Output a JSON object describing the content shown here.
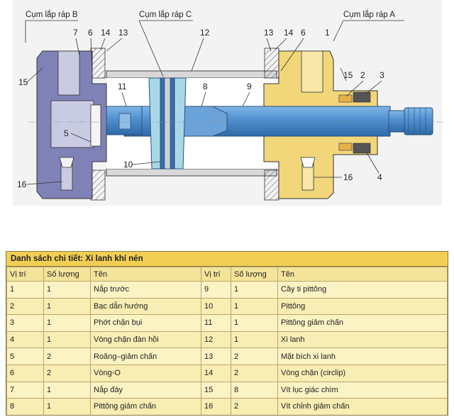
{
  "assemblies": {
    "b": "Cụm lắp ráp B",
    "c": "Cụm lắp ráp C",
    "a": "Cụm lắp ráp A"
  },
  "callouts": [
    "7",
    "6",
    "14",
    "13",
    "12",
    "13",
    "14",
    "6",
    "1",
    "15",
    "11",
    "8",
    "9",
    "15",
    "2",
    "3",
    "5",
    "10",
    "16",
    "16",
    "4"
  ],
  "colors": {
    "end_cap_b": "#7f82b6",
    "end_cap_a": "#f2d67a",
    "piston_rod": "#4f8fce",
    "cylinder_tube": "#e6e6e6",
    "header_yellow": "#f2cf54"
  },
  "table": {
    "title": "Danh sách chi tiết: Xi lanh khí nén",
    "headers": [
      "Vị trí",
      "Số lượng",
      "Tên",
      "Vị trí",
      "Số lượng",
      "Tên"
    ],
    "rows": [
      [
        "1",
        "1",
        "Nắp trước",
        "9",
        "1",
        "Cây ti pittông"
      ],
      [
        "2",
        "1",
        "Bạc dẫn hướng",
        "10",
        "1",
        "Pittông"
      ],
      [
        "3",
        "1",
        "Phớt chặn bụi",
        "11",
        "1",
        "Pittông giảm chấn"
      ],
      [
        "4",
        "1",
        "Vòng chặn đàn hồi",
        "12",
        "1",
        "Xi lanh"
      ],
      [
        "5",
        "2",
        "Roăng–giảm chấn",
        "13",
        "2",
        "Mặt bích xi lanh"
      ],
      [
        "6",
        "2",
        "Vòng-O",
        "14",
        "2",
        "Vòng chặn (circlip)"
      ],
      [
        "7",
        "1",
        "Nắp đáy",
        "15",
        "8",
        "Vít lục giác chìm"
      ],
      [
        "8",
        "1",
        "Pittông giảm chấn",
        "16",
        "2",
        "Vít chỉnh giảm chấn"
      ]
    ]
  }
}
